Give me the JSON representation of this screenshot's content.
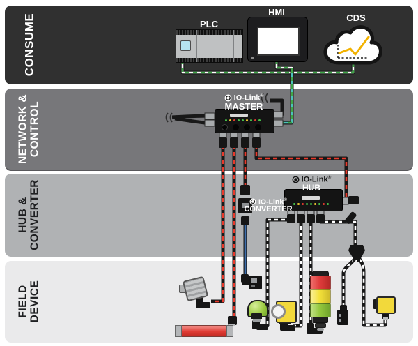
{
  "bands": [
    {
      "label_lines": [
        "CONSUME"
      ],
      "bg": "#303030",
      "text_color": "#ffffff"
    },
    {
      "label_lines": [
        "NETWORK &",
        "CONTROL"
      ],
      "bg": "#77777a",
      "text_color": "#ffffff"
    },
    {
      "label_lines": [
        "HUB &",
        "CONVERTER"
      ],
      "bg": "#b0b2b4",
      "text_color": "#1f2022"
    },
    {
      "label_lines": [
        "FIELD",
        "DEVICE"
      ],
      "bg": "#eaeaeb",
      "text_color": "#1f2022"
    }
  ],
  "consume": {
    "plc_label": "PLC",
    "hmi_label": "HMI",
    "cds_label": "CDS"
  },
  "iolink": {
    "brand": "IO-Link",
    "registered": "®",
    "master_label": "MASTER",
    "hub_label": "HUB",
    "converter_label": "CONVERTER"
  },
  "colors": {
    "band_consume": "#303030",
    "band_network": "#77777a",
    "band_hub_converter": "#b0b2b4",
    "band_field": "#eaeaeb",
    "green_cable_dash": "#3fa648",
    "teal_cable": "#4cc2b9",
    "red_cable_dash": "#e8392b",
    "blue_cable": "#3f6fae",
    "cable_casing": "#181818",
    "white_dash": "#ffffff",
    "stack_light_red": "#e03c3c",
    "stack_light_yellow": "#f3e13a",
    "stack_light_green": "#94c83e",
    "indicator_dome_green": "#9ac93f",
    "sensor_yellow": "#f2d93b",
    "plc_screen_blue": "#b5e3f0",
    "cds_chart_line": "#f2b200"
  }
}
